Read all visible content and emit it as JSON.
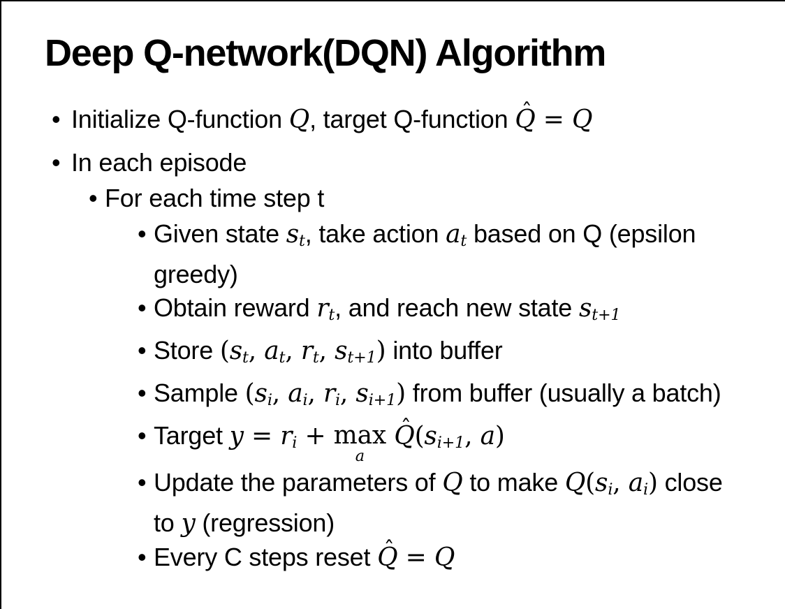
{
  "slide": {
    "title": "Deep Q-network(DQN) Algorithm",
    "bullet_glyph": "•",
    "colors": {
      "background": "#ffffff",
      "text": "#000000",
      "border": "#000000"
    },
    "bullets": [
      {
        "level": 1,
        "spacing": "first",
        "lines": [
          [
            {
              "t": "Initialize Q-function "
            },
            {
              "t": "Q",
              "s": "mi"
            },
            {
              "t": ", target Q-function "
            },
            {
              "t": "Q",
              "s": "mi",
              "hat": "ˆ"
            },
            {
              "t": " = ",
              "s": "mr"
            },
            {
              "t": "Q",
              "s": "mi"
            }
          ]
        ]
      },
      {
        "level": 1,
        "lines": [
          [
            {
              "t": "In each episode"
            }
          ]
        ]
      },
      {
        "level": 2,
        "lines": [
          [
            {
              "t": "For each time step t"
            }
          ]
        ]
      },
      {
        "level": 3,
        "spacing": "tight",
        "lines": [
          [
            {
              "t": "Given state "
            },
            {
              "t": "s",
              "s": "mi"
            },
            {
              "t": "t",
              "s": "mi sub"
            },
            {
              "t": ", take action "
            },
            {
              "t": "a",
              "s": "mi"
            },
            {
              "t": "t",
              "s": "mi sub"
            },
            {
              "t": " based on Q (epsilon"
            }
          ],
          [
            {
              "t": "greedy)"
            }
          ]
        ]
      },
      {
        "level": 3,
        "lines": [
          [
            {
              "t": "Obtain reward "
            },
            {
              "t": "r",
              "s": "mi"
            },
            {
              "t": "t",
              "s": "mi sub"
            },
            {
              "t": ", and reach new state "
            },
            {
              "t": "s",
              "s": "mi"
            },
            {
              "t": "t+1",
              "s": "mi sub"
            }
          ]
        ]
      },
      {
        "level": 3,
        "lines": [
          [
            {
              "t": "Store "
            },
            {
              "t": "(",
              "s": "mr"
            },
            {
              "t": "s",
              "s": "mi"
            },
            {
              "t": "t",
              "s": "mi sub"
            },
            {
              "t": ", ",
              "s": "mr"
            },
            {
              "t": "a",
              "s": "mi"
            },
            {
              "t": "t",
              "s": "mi sub"
            },
            {
              "t": ", ",
              "s": "mr"
            },
            {
              "t": "r",
              "s": "mi"
            },
            {
              "t": "t",
              "s": "mi sub"
            },
            {
              "t": ", ",
              "s": "mr"
            },
            {
              "t": "s",
              "s": "mi"
            },
            {
              "t": "t+1",
              "s": "mi sub"
            },
            {
              "t": ")",
              "s": "mr"
            },
            {
              "t": " into buffer"
            }
          ]
        ]
      },
      {
        "level": 3,
        "lines": [
          [
            {
              "t": "Sample "
            },
            {
              "t": "(",
              "s": "mr"
            },
            {
              "t": "s",
              "s": "mi"
            },
            {
              "t": "i",
              "s": "mi sub"
            },
            {
              "t": ", ",
              "s": "mr"
            },
            {
              "t": "a",
              "s": "mi"
            },
            {
              "t": "i",
              "s": "mi sub"
            },
            {
              "t": ", ",
              "s": "mr"
            },
            {
              "t": "r",
              "s": "mi"
            },
            {
              "t": "i",
              "s": "mi sub"
            },
            {
              "t": ", ",
              "s": "mr"
            },
            {
              "t": "s",
              "s": "mi"
            },
            {
              "t": "i+1",
              "s": "mi sub"
            },
            {
              "t": ")",
              "s": "mr"
            },
            {
              "t": " from buffer (usually a batch)"
            }
          ]
        ]
      },
      {
        "level": 3,
        "lines": [
          [
            {
              "t": "Target "
            },
            {
              "t": "y",
              "s": "mi"
            },
            {
              "t": " = ",
              "s": "mr"
            },
            {
              "t": "r",
              "s": "mi"
            },
            {
              "t": "i",
              "s": "mi sub"
            },
            {
              "t": " + ",
              "s": "mr"
            },
            {
              "t": "max",
              "s": "mr",
              "under": "a"
            },
            {
              "t": " ",
              "s": "mr"
            },
            {
              "t": "Q",
              "s": "mi",
              "hat": "ˆ"
            },
            {
              "t": "(",
              "s": "mr"
            },
            {
              "t": "s",
              "s": "mi"
            },
            {
              "t": "i+1",
              "s": "mi sub"
            },
            {
              "t": ", ",
              "s": "mr"
            },
            {
              "t": "a",
              "s": "mi"
            },
            {
              "t": ")",
              "s": "mr"
            }
          ]
        ]
      },
      {
        "level": 3,
        "spacing": "tight",
        "lines": [
          [
            {
              "t": "Update the parameters of "
            },
            {
              "t": "Q",
              "s": "mi"
            },
            {
              "t": " to make "
            },
            {
              "t": "Q",
              "s": "mi"
            },
            {
              "t": "(",
              "s": "mr"
            },
            {
              "t": "s",
              "s": "mi"
            },
            {
              "t": "i",
              "s": "mi sub"
            },
            {
              "t": ", ",
              "s": "mr"
            },
            {
              "t": "a",
              "s": "mi"
            },
            {
              "t": "i",
              "s": "mi sub"
            },
            {
              "t": ")",
              "s": "mr"
            },
            {
              "t": " close"
            }
          ],
          [
            {
              "t": "to "
            },
            {
              "t": "y",
              "s": "mi"
            },
            {
              "t": " (regression)"
            }
          ]
        ]
      },
      {
        "level": 3,
        "spacing": "tight",
        "lines": [
          [
            {
              "t": "Every C steps reset "
            },
            {
              "t": "Q",
              "s": "mi",
              "hat": "ˆ"
            },
            {
              "t": " = ",
              "s": "mr"
            },
            {
              "t": "Q",
              "s": "mi"
            }
          ]
        ]
      }
    ]
  }
}
